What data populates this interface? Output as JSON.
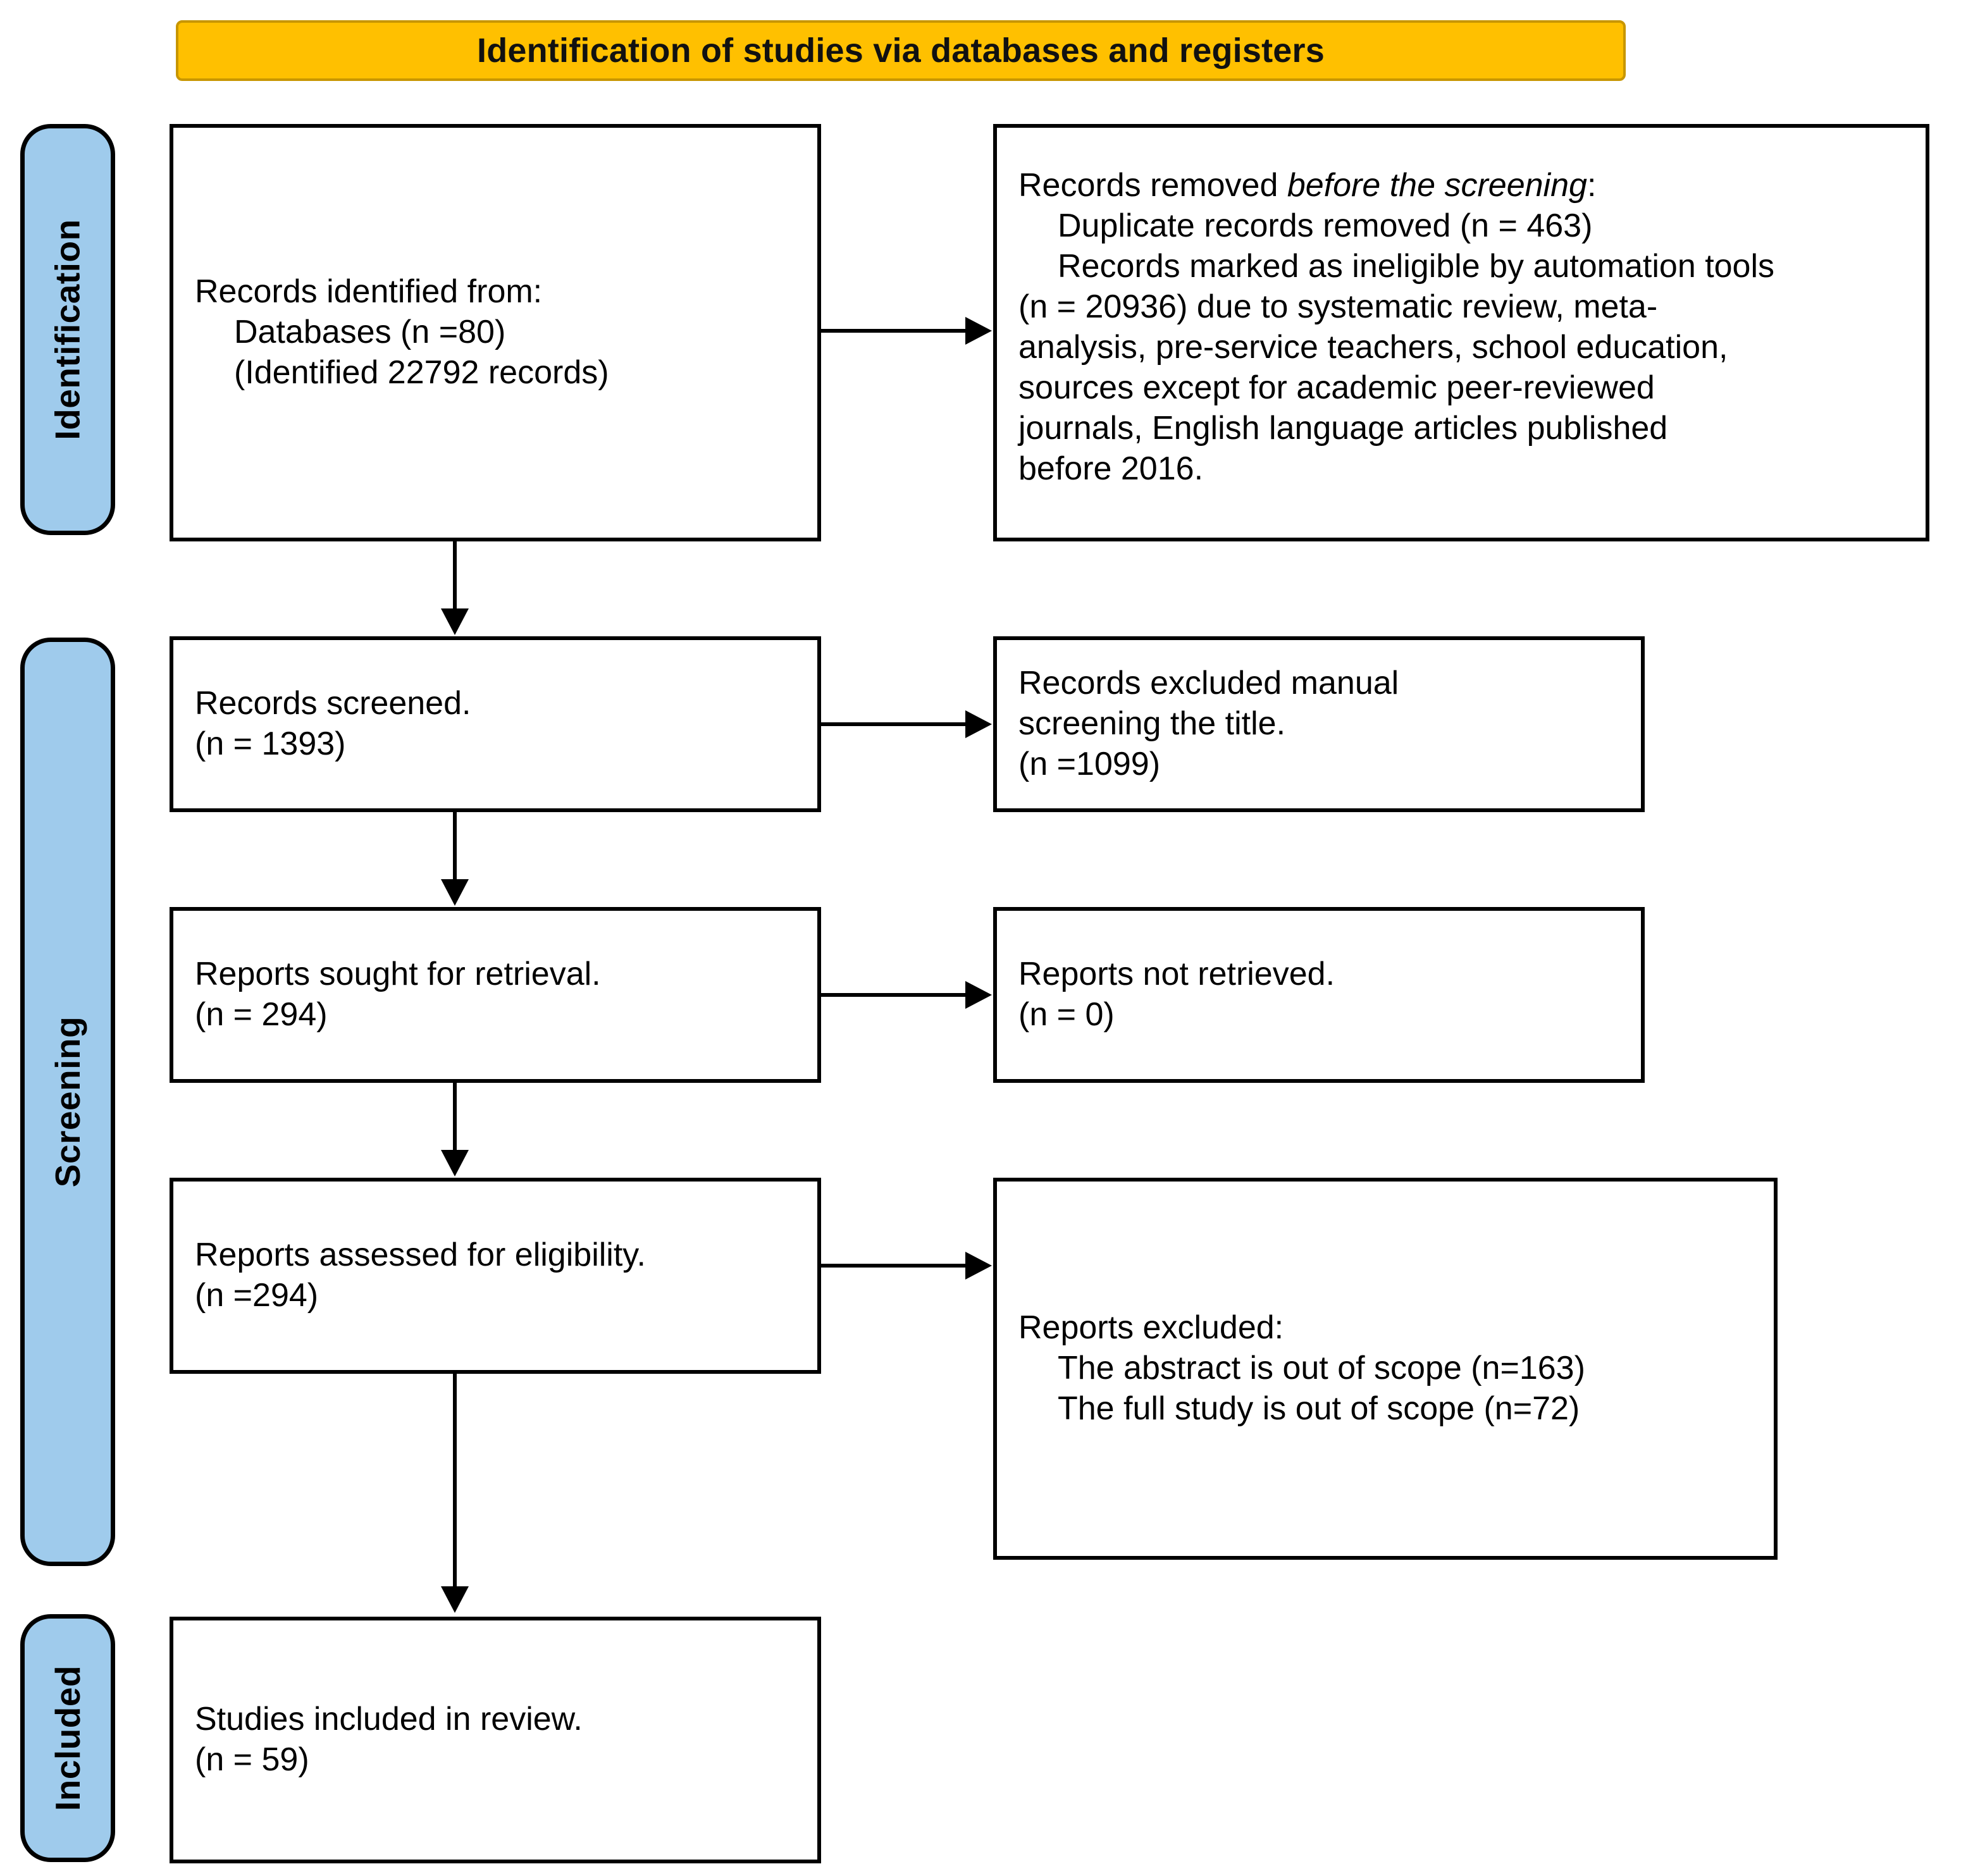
{
  "diagram": {
    "type": "prisma-flow-diagram",
    "title": "Identification of studies via databases and registers",
    "banner_color": "#FFC000",
    "stage_color": "#9FCBEC",
    "stages": [
      {
        "id": "identification",
        "label": "Identification"
      },
      {
        "id": "screening",
        "label": "Screening"
      },
      {
        "id": "included",
        "label": "Included"
      }
    ],
    "boxes": {
      "records_identified": {
        "line1": "Records identified from:",
        "line2": "Databases (n =80)",
        "line3": "(Identified 22792 records)"
      },
      "records_removed": {
        "line1_a": "Records removed ",
        "line1_b": "before the screening",
        "line1_c": ":",
        "line2": "Duplicate records removed (n = 463)",
        "line3": "Records marked as ineligible by automation tools",
        "line4": "(n = 20936) due to systematic review, meta-",
        "line5": "analysis, pre-service teachers, school education,",
        "line6": "sources except for academic peer-reviewed",
        "line7": "journals, English language articles published",
        "line8": "before 2016."
      },
      "records_screened": {
        "line1": "Records screened.",
        "line2": "(n = 1393)"
      },
      "records_excluded": {
        "line1": "Records excluded manual",
        "line2": "screening the title.",
        "line3": "(n =1099)"
      },
      "reports_sought": {
        "line1": "Reports sought for retrieval.",
        "line2": "(n = 294)"
      },
      "reports_not_retrieved": {
        "line1": "Reports not retrieved.",
        "line2": "(n = 0)"
      },
      "reports_assessed": {
        "line1": "Reports assessed for eligibility.",
        "line2": "(n =294)"
      },
      "reports_excluded": {
        "line1": "Reports excluded:",
        "line2": "The abstract is out of scope (n=163)",
        "line3": "The full study is out of scope (n=72)"
      },
      "studies_included": {
        "line1": "Studies included in review.",
        "line2": "(n = 59)"
      }
    }
  }
}
